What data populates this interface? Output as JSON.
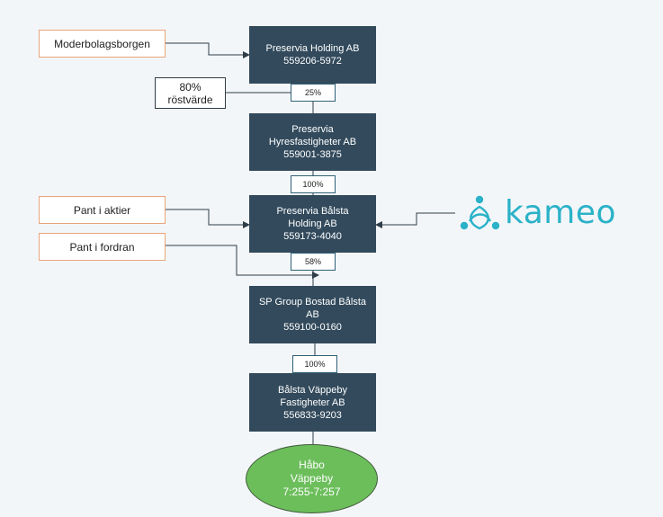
{
  "nodes": {
    "holding": {
      "name": "Preservia Holding AB",
      "org": "559206-5972"
    },
    "hyres": {
      "name1": "Preservia",
      "name2": "Hyresfastigheter AB",
      "org": "559001-3875"
    },
    "balsta_holding": {
      "name1": "Preservia Bålsta",
      "name2": "Holding AB",
      "org": "559173-4040"
    },
    "sp_group": {
      "name1": "SP Group Bostad Bålsta",
      "name2": "AB",
      "org": "559100-0160"
    },
    "vappeby_fast": {
      "name1": "Bålsta Väppeby",
      "name2": "Fastigheter AB",
      "org": "556833-9203"
    }
  },
  "percentages": {
    "p1": "25%",
    "p2": "100%",
    "p3": "58%",
    "p4": "100%"
  },
  "labels": {
    "moderbolag": "Moderbolagsborgen",
    "pant_aktier": "Pant i aktier",
    "pant_fordran": "Pant i fordran"
  },
  "vote": {
    "line1": "80%",
    "line2": "röstvärde"
  },
  "property": {
    "line1": "Håbo",
    "line2": "Väppeby",
    "line3": "7:255-7:257"
  },
  "logo": {
    "text": "kameo",
    "color": "#2bb2c8"
  }
}
